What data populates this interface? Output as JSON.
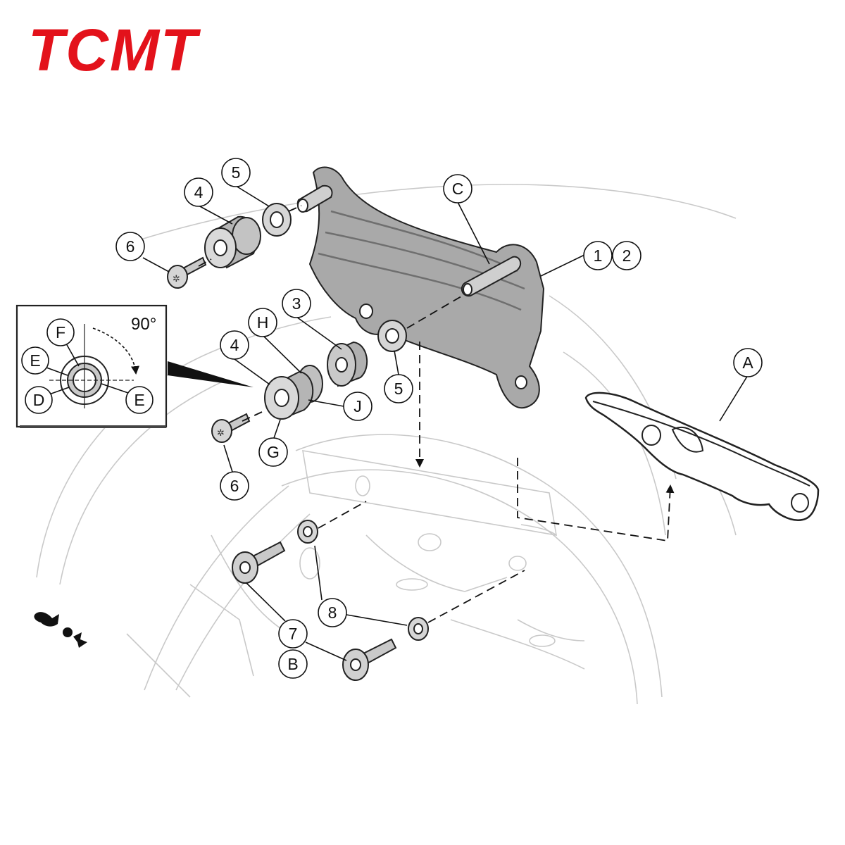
{
  "brand": {
    "logo_text": "TCMT",
    "color": "#e3121b"
  },
  "detail_view": {
    "angle_label": "90°",
    "labels": [
      "F",
      "E",
      "D",
      "E"
    ]
  },
  "callouts": {
    "c1": "1",
    "c2": "2",
    "c3": "3",
    "c4_top": "4",
    "c4_mid": "4",
    "c5_top": "5",
    "c5_mid": "5",
    "c6_top": "6",
    "c6_bot": "6",
    "c7": "7",
    "c8": "8",
    "cA": "A",
    "cB": "B",
    "cC": "C",
    "cG": "G",
    "cH": "H",
    "cJ": "J"
  },
  "colors": {
    "part_fill": "#a9a9a9",
    "ghost_line": "#c9c9c9",
    "ink": "#111111"
  },
  "icons": [
    "direction-arrow-icon"
  ]
}
